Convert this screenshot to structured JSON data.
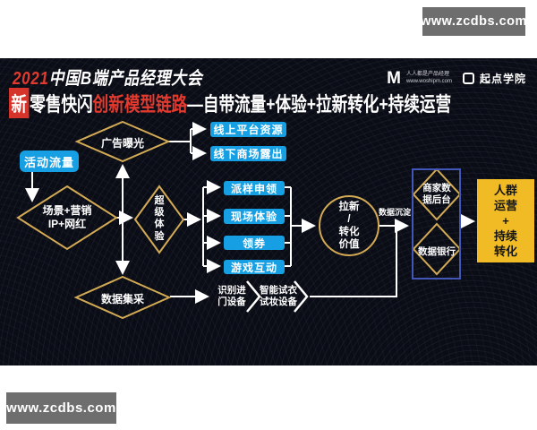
{
  "watermark": {
    "top_url": "www.zcdbs.com",
    "bottom_url": "www.zcdbs.com"
  },
  "header": {
    "title_year": "2021",
    "title_rest": "中国B端产品经理大会",
    "logos": {
      "woshipm_name": "人人都是产品经理",
      "woshipm_url": "www.woshipm.com",
      "qidian_name": "起点学院"
    },
    "subtitle": {
      "first_char": "新",
      "white1": "零售快闪",
      "red": "创新模型链路",
      "white2": "—自带流量+体验+拉新转化+持续运营"
    }
  },
  "flowchart": {
    "nodes": {
      "traffic": "活动流量",
      "ad_exposure": "广告曝光",
      "scene": "场景+营销\nIP+网红",
      "super_experience": "超\n级\n体\n验",
      "data_collect": "数据集采",
      "online_platform": "线上平台资源",
      "offline_mall": "线下商场露出",
      "sampling": "派样申领",
      "onsite_experience": "现场体验",
      "coupon": "领券",
      "game_interaction": "游戏互动",
      "value_circle": "拉新\n/\n转化\n价值",
      "data_sediment": "数据沉淀",
      "merchant_backend": "商家数\n据后台",
      "data_bank": "数据银行",
      "crowd_operation": "人群\n运营\n+\n持续\n转化",
      "entry_device": "识别进\n门设备",
      "fitting_device": "智能试衣\n试妆设备"
    },
    "colors": {
      "slide_background": "#0b0d16",
      "process_blue": "#169fe2",
      "diamond_gold": "#d4ab55",
      "container_blue": "#4156b6",
      "highlight_yellow": "#f1bb25",
      "accent_red": "#e23a2e",
      "watermark_gray": "#6e6e6e",
      "wire_white": "#ffffff"
    }
  }
}
